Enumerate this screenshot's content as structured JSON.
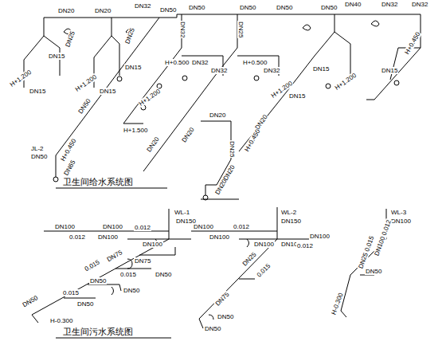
{
  "diagram": {
    "labels": [
      "DN20",
      "DN20",
      "DN32",
      "DN50",
      "DN50",
      "DN50",
      "DN50",
      "DN50",
      "DN40",
      "DN32",
      "DN32",
      "DN25",
      "DN15",
      "H+1.200",
      "DN15",
      "DN25",
      "DN15",
      "H+1.200",
      "DN15",
      "DN32",
      "H+0.500",
      "DN32",
      "DN32",
      "DN25",
      "H+0.500",
      "DN32",
      "DN15",
      "H+1.200",
      "DN15",
      "H+1.200",
      "DN15",
      "H+0.450",
      "H+1.200",
      "H+1.500",
      "DN50",
      "JL-2",
      "DN50",
      "H+0.450",
      "DN65",
      "DN20",
      "DN20",
      "DN20",
      "DN20",
      "DN25",
      "H+0.450",
      "DN20DN20",
      "卫生间给水系统图",
      "WL-1",
      "DN150",
      "DN100",
      "DN100",
      "0.012",
      "DN100",
      "0.012",
      "DN100",
      "DN75",
      "0.015",
      "DN75",
      "0.015",
      "DN50",
      "DN50",
      "0.015",
      "DN50",
      "DN50",
      "DN50",
      "H-0.300",
      "WL-2",
      "DN150",
      "DN100",
      "0.012",
      "DN100",
      "DN100",
      "DN100",
      "DN100",
      "0.012",
      "DN25",
      "0.015",
      "DN75",
      "DN50",
      "DN50",
      "WL-3",
      "DN100",
      "DN25 0.015",
      "DN100 0.012",
      "DN50",
      "H-0.300",
      "卫生间污水系统图"
    ]
  }
}
